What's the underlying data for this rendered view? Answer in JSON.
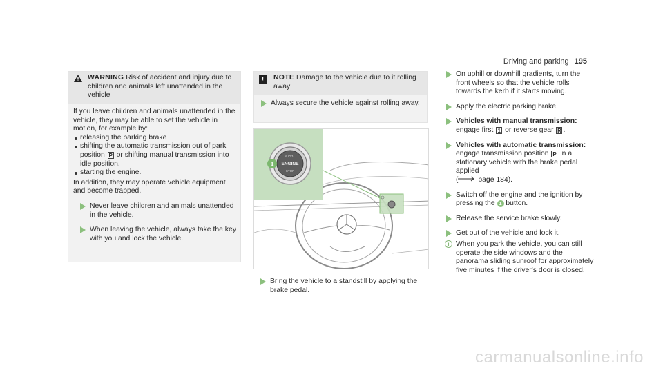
{
  "header": {
    "section": "Driving and parking",
    "page": "195"
  },
  "warning": {
    "label": "WARNING",
    "title": "Risk of accident and injury due to children and animals left unattended in the vehicle",
    "intro": "If you leave children and animals unattended in the vehicle, they may be able to set the vehicle in motion, for example by:",
    "bullets": [
      "releasing the parking brake",
      "shifting the automatic transmission out of park position",
      "or shifting manual transmission into idle position.",
      "starting the engine."
    ],
    "gear_p": "P",
    "consequence": "In addition, they may operate vehicle equipment and become trapped.",
    "steps": [
      "Never leave children and animals unattended in the vehicle.",
      "When leaving the vehicle, always take the key with you and lock the vehicle."
    ]
  },
  "note": {
    "label": "NOTE",
    "title": "Damage to the vehicle due to it rolling away",
    "step": "Always secure the vehicle against rolling away."
  },
  "figure": {
    "callout_number": "1",
    "button_line1": "START",
    "button_line2": "ENGINE",
    "button_line3": "STOP"
  },
  "figure_step": "Bring the vehicle to a standstill by applying the brake pedal.",
  "column3": {
    "step1": "On uphill or downhill gradients, turn the front wheels so that the vehicle rolls towards the kerb if it starts moving.",
    "step2": "Apply the electric parking brake.",
    "step3_title": "Vehicles with manual transmission:",
    "step3_a": "engage first",
    "step3_key1": "1",
    "step3_b": "or reverse gear",
    "step3_key2": "R",
    "step4_title": "Vehicles with automatic transmission:",
    "step4_a": "engage transmission position",
    "step4_key": "P",
    "step4_b": "in a stationary vehicle with the brake pedal applied",
    "step4_ref": "page 184).",
    "step5_a": "Switch off the engine and the ignition by pressing the",
    "step5_badge": "1",
    "step5_b": "button.",
    "step6": "Release the service brake slowly.",
    "step7": "Get out of the vehicle and lock it.",
    "info": "When you park the vehicle, you can still operate the side windows and the panorama sliding sunroof for approximately five minutes if the driver's door is closed."
  },
  "watermark": "carmanualsonline.info",
  "colors": {
    "accent_green": "#8cc07e",
    "callout_bg": "#c6dfc0",
    "box_bg": "#f2f2f2"
  }
}
